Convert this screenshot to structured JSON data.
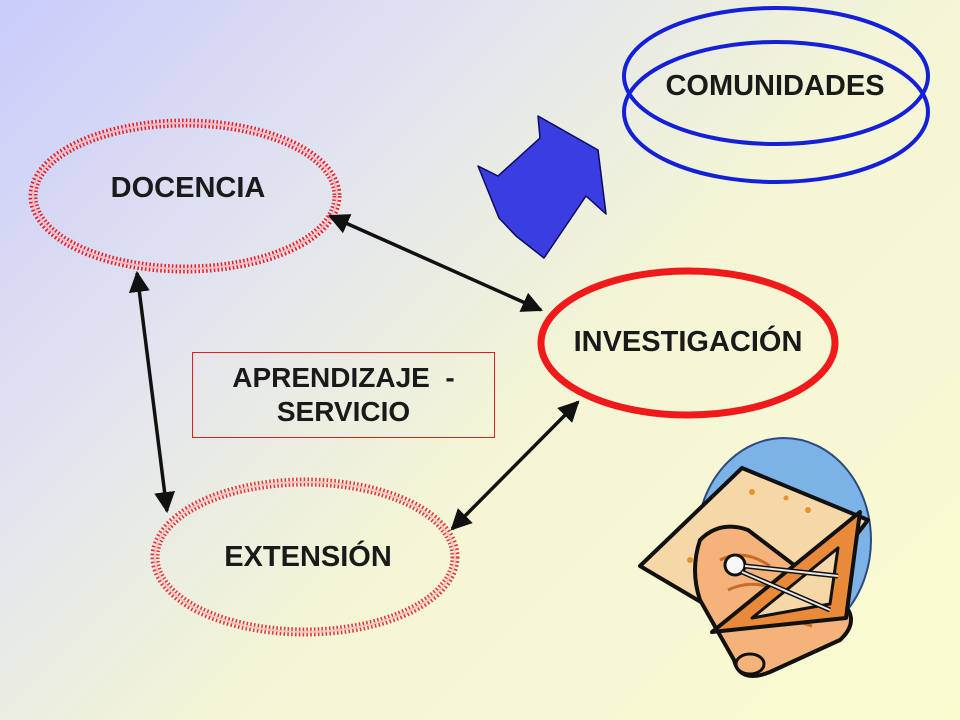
{
  "nodes": {
    "docencia": "DOCENCIA",
    "investigacion": "INVESTIGACIÓN",
    "extension": "EXTENSIÓN",
    "comunidades": "COMUNIDADES"
  },
  "center_box": {
    "line1": "APRENDIZAJE  -",
    "line2": "SERVICIO"
  },
  "colors": {
    "docencia_border": "#e8202a",
    "investigacion_border": "#f01a1a",
    "extension_border": "#e23a3a",
    "comunidades_border": "#1420d8",
    "block_arrow": "#3a3ee0",
    "connector": "#111111",
    "box_border": "#e02020"
  },
  "icons": {
    "clipart": "drafting-tools-clipart-icon",
    "block_arrow": "double-block-arrow-icon"
  }
}
